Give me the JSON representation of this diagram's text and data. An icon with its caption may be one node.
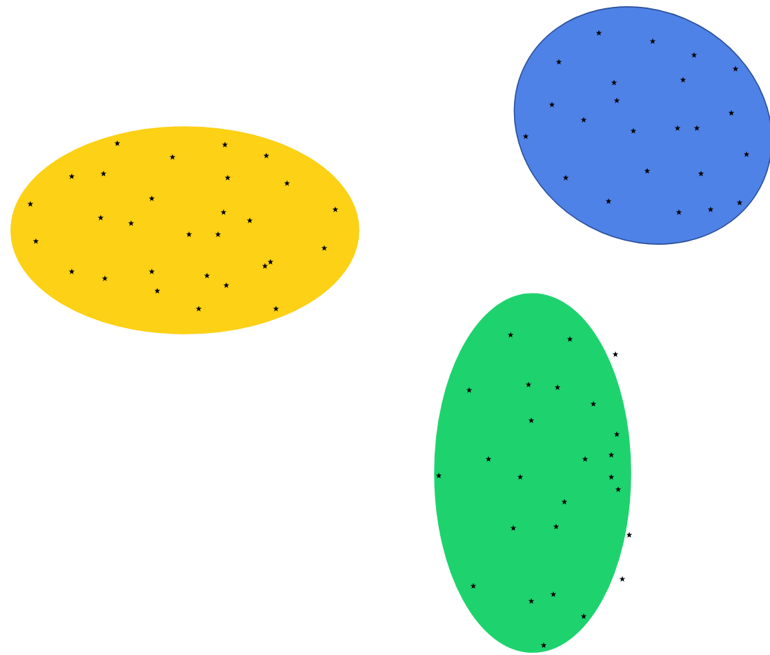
{
  "diagram": {
    "nodes": [
      {
        "text": [],
        "shape": "ellipse"
      },
      {
        "text": [],
        "shape": "ellipse"
      },
      {
        "text": [],
        "shape": "ellipse"
      }
    ]
  }
}
